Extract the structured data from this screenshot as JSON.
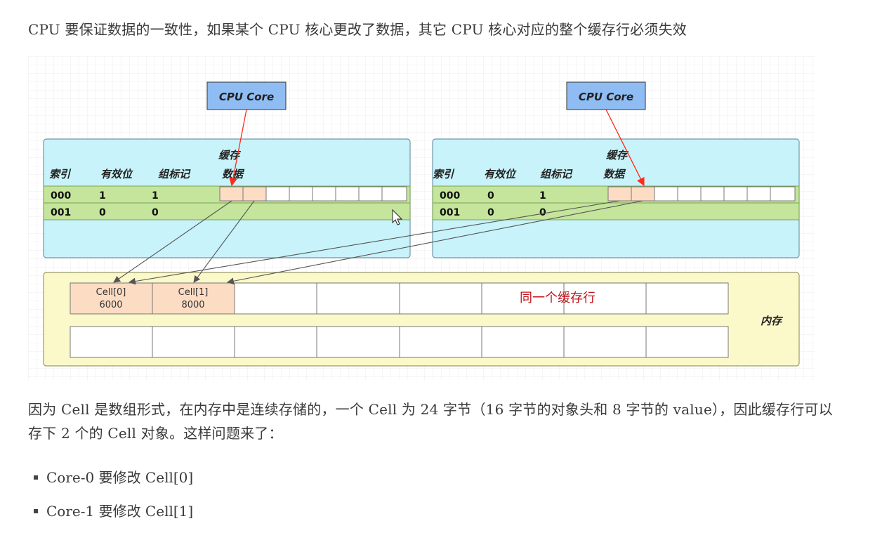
{
  "intro": "CPU 要保证数据的一致性，如果某个 CPU 核心更改了数据，其它 CPU 核心对应的整个缓存行必须失效",
  "diagram": {
    "core_label": "CPU Core",
    "cache_title": "缓存",
    "headers": [
      "索引",
      "有效位",
      "组标记",
      "数据"
    ],
    "left_cache": {
      "rows": [
        [
          "000",
          "1",
          "1"
        ],
        [
          "001",
          "0",
          "0"
        ]
      ]
    },
    "right_cache": {
      "rows": [
        [
          "000",
          "0",
          "1"
        ],
        [
          "001",
          "0",
          "0"
        ]
      ]
    },
    "cells": [
      {
        "name": "Cell[0]",
        "value": "6000"
      },
      {
        "name": "Cell[1]",
        "value": "8000"
      }
    ],
    "same_line_label": "同一个缓存行",
    "memory_label": "内存",
    "colors": {
      "core_fill": "#8fbcf2",
      "cache_fill": "#c8f3fa",
      "row_fill": "#c4e59b",
      "data_cell_fill": "#fcdcc3",
      "memory_fill": "#fbf8c9",
      "arrow_red": "#e8423a"
    }
  },
  "explanation": "因为 Cell 是数组形式，在内存中是连续存储的，一个 Cell 为 24 字节（16 字节的对象头和 8 字节的 value），因此缓存行可以存下 2 个的 Cell 对象。这样问题来了：",
  "bullets": [
    "Core-0 要修改 Cell[0]",
    "Core-1 要修改 Cell[1]"
  ]
}
